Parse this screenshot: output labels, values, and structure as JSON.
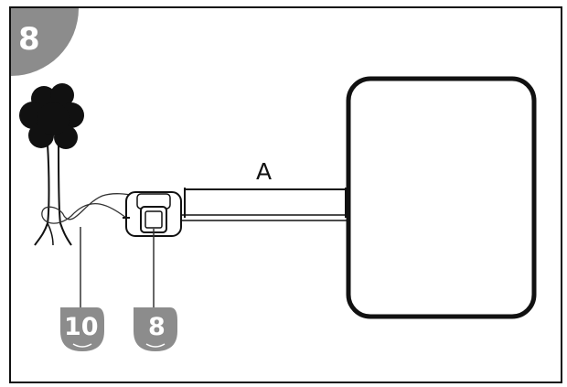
{
  "step_badge": {
    "number": "8"
  },
  "dimension_label": "A",
  "callouts": [
    {
      "number": "10"
    },
    {
      "number": "8"
    }
  ],
  "colors": {
    "badge": "#8c8c8c",
    "callout": "#8c8c8c",
    "line": "#111111",
    "tree": "#111111",
    "background": "#ffffff"
  },
  "icons": [
    "tree-icon",
    "charging-station-icon",
    "lawn-area-outline"
  ]
}
